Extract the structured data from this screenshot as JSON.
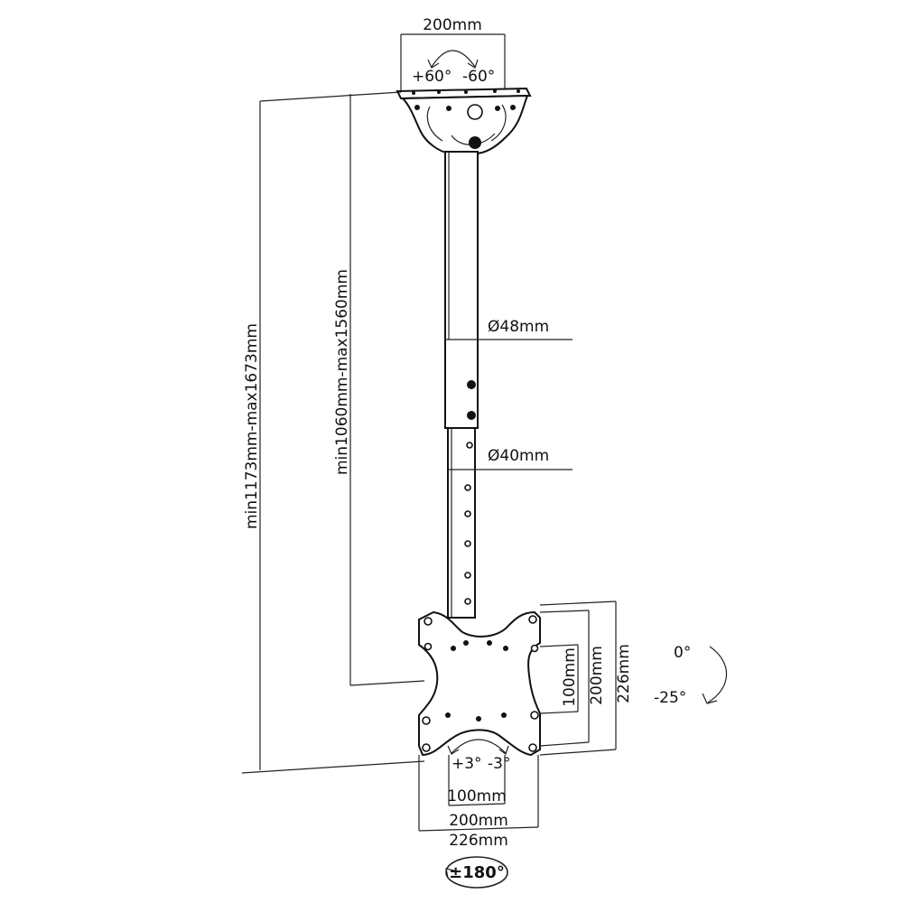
{
  "labels": {
    "top_width": "200mm",
    "top_tilt_plus": "+60°",
    "top_tilt_minus": "-60°",
    "total_height": "min1173mm-max1673mm",
    "pole_height": "min1060mm-max1560mm",
    "outer_tube_diameter": "Ø48mm",
    "inner_tube_diameter": "Ø40mm",
    "plate_v_100": "100mm",
    "plate_v_200": "200mm",
    "plate_v_226": "226mm",
    "tilt_zero": "0°",
    "tilt_minus": "-25°",
    "swivel_plus": "+3°",
    "swivel_minus": "-3°",
    "plate_h_100": "100mm",
    "plate_h_200": "200mm",
    "plate_h_226": "226mm",
    "rotation": "±180°"
  },
  "colors": {
    "line": "#222222",
    "fill": "#ffffff",
    "ink": "#111111"
  }
}
